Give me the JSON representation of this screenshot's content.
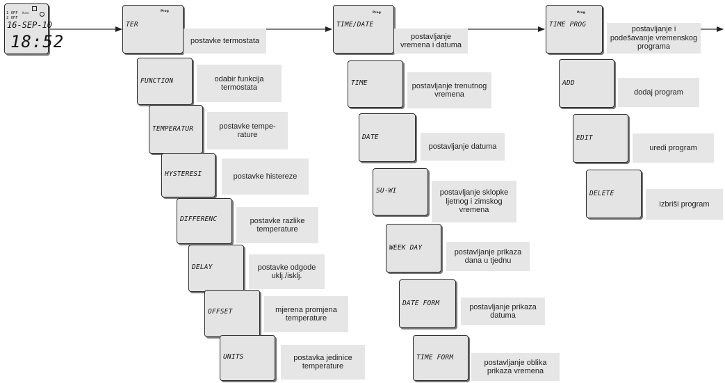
{
  "device_display": {
    "line1_zone": "1",
    "line1_state": "OFF",
    "mode": "Auto",
    "line2_zone": "2",
    "line2_state": "OFF",
    "date": "16-SEP-10",
    "time": "18:52"
  },
  "prog_badge": "Prog",
  "columns": [
    {
      "main": {
        "label": "TER",
        "description": "postavke termostata"
      },
      "items": [
        {
          "label": "FUNCTION",
          "description": "odabir funkcija termostata"
        },
        {
          "label": "TEMPERATUR",
          "description": "postavke tempe-rature"
        },
        {
          "label": "HYSTERESI",
          "description": "postavke histereze"
        },
        {
          "label": "DIFFERENC",
          "description": "postavke razlike temperature"
        },
        {
          "label": "DELAY",
          "description": "postavke odgode uklj./isklj."
        },
        {
          "label": "OFFSET",
          "description": "mjerena promjena temperature"
        },
        {
          "label": "UNITS",
          "description": "postavka jedinice temperature"
        }
      ]
    },
    {
      "main": {
        "label": "TIME/DATE",
        "description": "postavljanje vremena i datuma"
      },
      "items": [
        {
          "label": "TIME",
          "description": "postavljanje trenutnog vremena"
        },
        {
          "label": "DATE",
          "description": "postavljanje datuma"
        },
        {
          "label": "SU-WI",
          "description": "postavljanje sklopke ljetnog i zimskog vremena"
        },
        {
          "label": "WEEK DAY",
          "description": "postavljanje prikaza dana u tjednu"
        },
        {
          "label": "DATE FORM",
          "description": "postavljanje prikaza datuma"
        },
        {
          "label": "TIME FORM",
          "description": "postavljanje oblika prikaza vremena"
        }
      ]
    },
    {
      "main": {
        "label": "TIME PROG",
        "description": "postavljanje i podešavanje vremenskog programa"
      },
      "items": [
        {
          "label": "ADD",
          "description": "dodaj program"
        },
        {
          "label": "EDIT",
          "description": "uredi program"
        },
        {
          "label": "DELETE",
          "description": "izbriši program"
        }
      ]
    }
  ]
}
